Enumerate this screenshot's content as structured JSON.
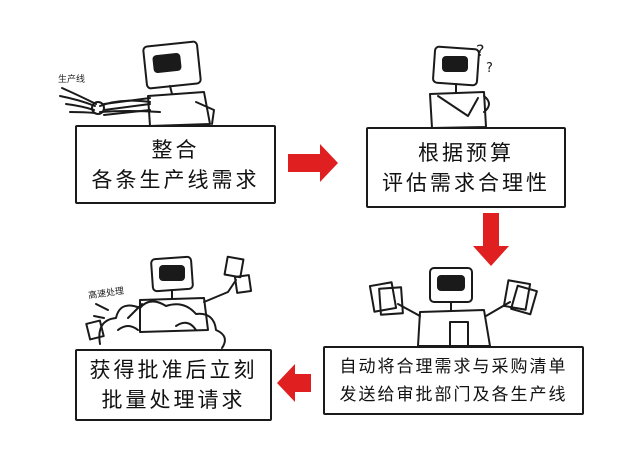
{
  "steps": [
    {
      "lines": [
        "整合",
        "各条生产线需求"
      ]
    },
    {
      "lines": [
        "根据预算",
        "评估需求合理性"
      ]
    },
    {
      "lines": [
        "自动将合理需求与采购清单",
        "发送给审批部门及各生产线"
      ]
    },
    {
      "lines": [
        "获得批准后立刻",
        "批量处理请求"
      ]
    }
  ],
  "annotations": {
    "production_line": "生产线",
    "high_speed": "高速处理",
    "question_marks": "?"
  },
  "colors": {
    "arrow": "#e02020",
    "ink": "#1a1a1a"
  }
}
